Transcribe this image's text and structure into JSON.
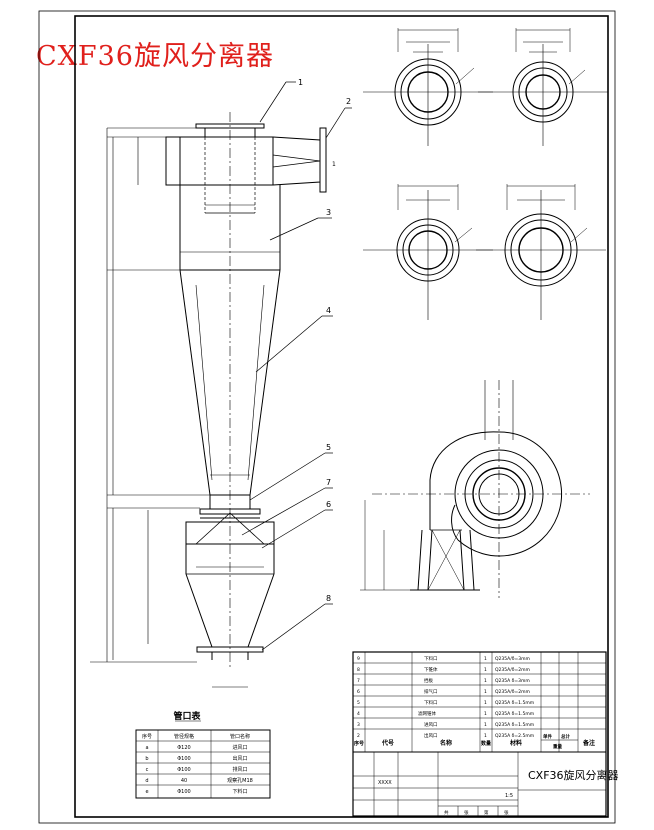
{
  "title": "CXF36旋风分离器",
  "part_labels": [
    "1",
    "2",
    "3",
    "4",
    "5",
    "7",
    "6",
    "8"
  ],
  "side_marks": [
    "1"
  ],
  "nozzle_table": {
    "title": "管口表",
    "headers": [
      "序号",
      "管径规格",
      "管口名称"
    ],
    "rows": [
      [
        "a",
        "Φ120",
        "进风口"
      ],
      [
        "b",
        "Φ100",
        "出风口"
      ],
      [
        "c",
        "Φ100",
        "排风口"
      ],
      [
        "d",
        "40",
        "观察孔M18"
      ],
      [
        "e",
        "Φ100",
        "下料口"
      ]
    ]
  },
  "parts_list": {
    "rows": [
      [
        "9",
        "下料口",
        "1",
        "Q235A/δ=3mm"
      ],
      [
        "8",
        "下锥体",
        "1",
        "Q235A/δ=2mm"
      ],
      [
        "7",
        "挡板",
        "1",
        "Q235A δ=3mm"
      ],
      [
        "6",
        "排气口",
        "1",
        "Q235A/δ=2mm"
      ],
      [
        "5",
        "下料口",
        "1",
        "Q235A δ=1.5mm"
      ],
      [
        "4",
        "滤网锥体",
        "1",
        "Q235A δ=1.5mm"
      ],
      [
        "3",
        "进风口",
        "1",
        "Q235A δ=1.5mm"
      ],
      [
        "2",
        "出风口",
        "1",
        "Q235A δ=2.5mm"
      ]
    ],
    "headers": [
      "序号",
      "代号",
      "名称",
      "数量",
      "材料",
      "单件",
      "总计",
      "备注"
    ],
    "weight_header": "重量",
    "title_block_name": "CXF36旋风分离器",
    "drawing_no": "XXXX",
    "scale": "1:5",
    "sheet_marks": [
      "共",
      "张",
      "第",
      "张"
    ]
  }
}
